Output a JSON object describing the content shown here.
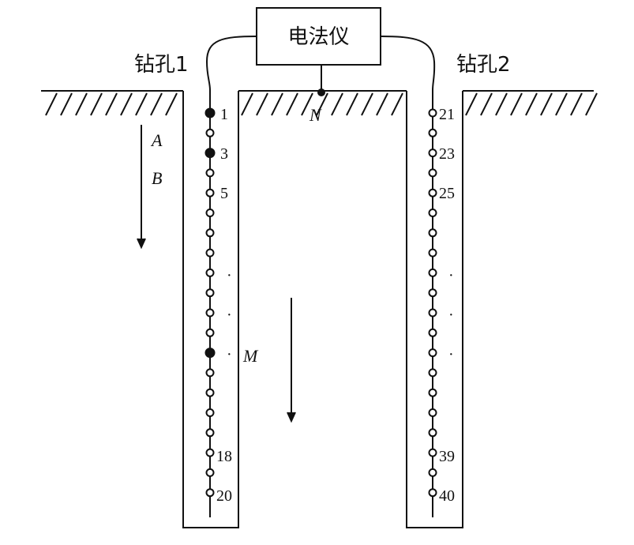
{
  "instrument": {
    "label": "电法仪"
  },
  "borehole1": {
    "label": "钻孔1",
    "electrode_numbers": [
      "1",
      "3",
      "5",
      "18",
      "20"
    ],
    "filled": [
      0,
      2,
      12
    ],
    "count": 20
  },
  "borehole2": {
    "label": "钻孔2",
    "electrode_numbers": [
      "21",
      "23",
      "25",
      "39",
      "40"
    ],
    "count": 20
  },
  "labels": {
    "A": "A",
    "B": "B",
    "M": "M",
    "N": "N"
  },
  "ellipsis": "·"
}
